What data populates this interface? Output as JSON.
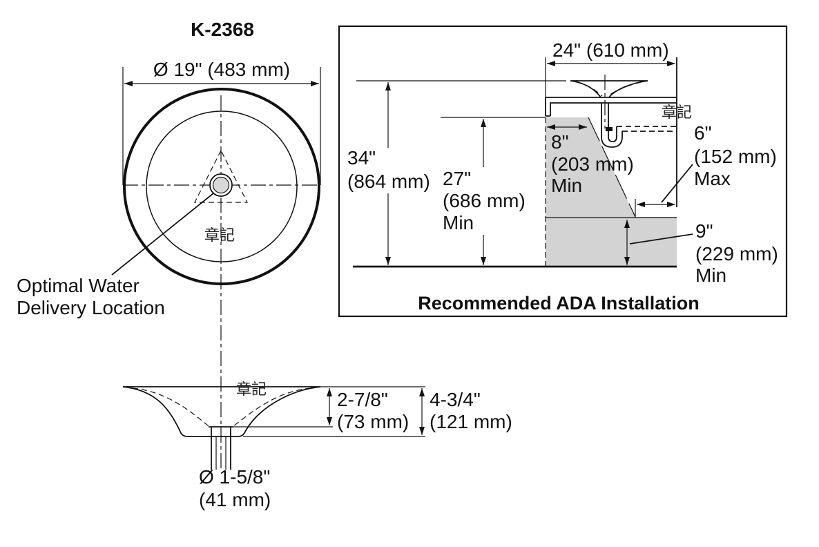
{
  "title": "K-2368",
  "top_view": {
    "diameter_label": "Ø 19\" (483 mm)",
    "water_location_line1": "Optimal Water",
    "water_location_line2": "Delivery Location"
  },
  "watermarks": [
    "章記",
    "章記",
    "章記"
  ],
  "profile_view": {
    "bowl_depth_line1": "2-7/8\"",
    "bowl_depth_line2": "(73 mm)",
    "overall_height_line1": "4-3/4\"",
    "overall_height_line2": "(121 mm)",
    "drain_diameter_line1": "Ø 1-5/8\"",
    "drain_diameter_line2": "(41 mm)"
  },
  "ada_installation": {
    "caption": "Recommended ADA Installation",
    "width_label": "24\" (610 mm)",
    "rim_height_line1": "34\"",
    "rim_height_line2": "(864 mm)",
    "knee_height_line1": "27\"",
    "knee_height_line2": "(686 mm)",
    "knee_height_line3": "Min",
    "knee_depth_line1": "8\"",
    "knee_depth_line2": "(203 mm)",
    "knee_depth_line3": "Min",
    "toe_depth_line1": "6\"",
    "toe_depth_line2": "(152 mm)",
    "toe_depth_line3": "Max",
    "toe_height_line1": "9\"",
    "toe_height_line2": "(229 mm)",
    "toe_height_line3": "Min"
  }
}
